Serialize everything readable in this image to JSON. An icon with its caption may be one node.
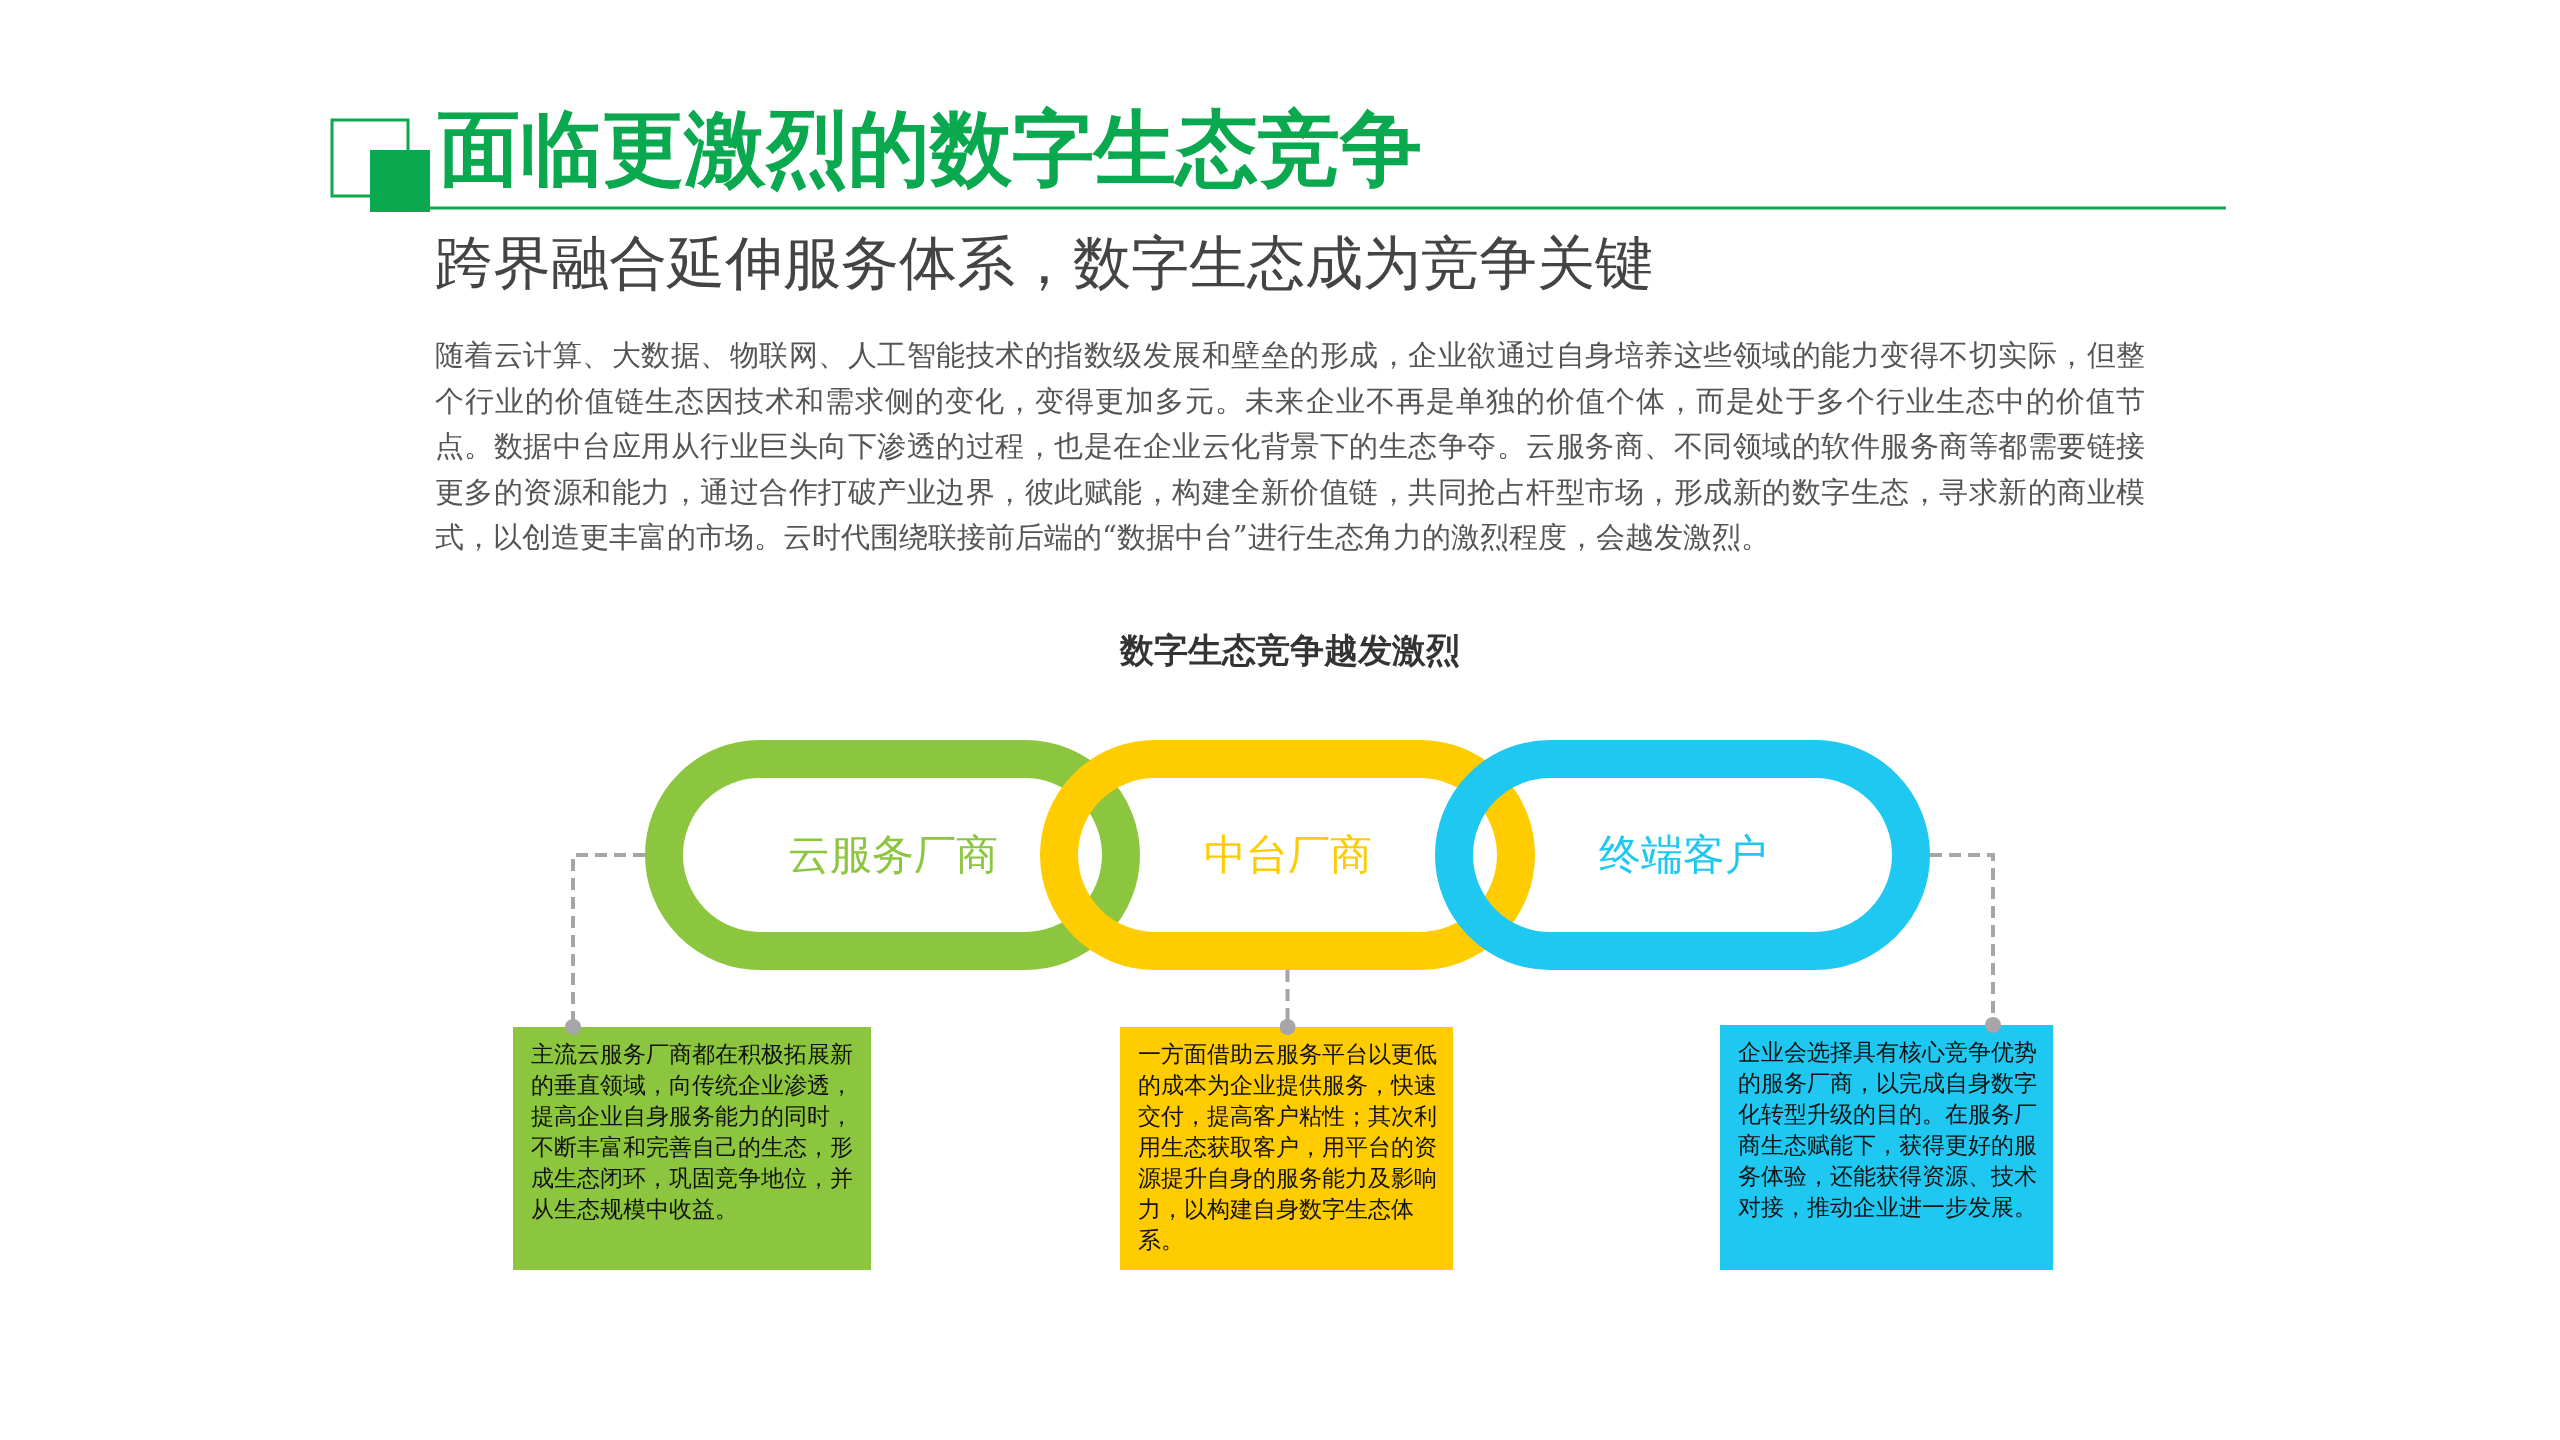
{
  "diagram": {
    "title": "面临更激烈的数字生态竞争",
    "nodes": [
      {
        "text": [
          "云服务厂商"
        ]
      },
      {
        "text": [
          "中台厂商"
        ]
      },
      {
        "text": [
          "终端客户"
        ]
      },
      {
        "text": [
          "主流云服务厂商都在积极拓展新的垂直领域，向传统企业渗透，提高企业自身服务能力的同时，不断丰富和完善自己的生态，形成生态闭环，巩固竞争地位，并从生态规模中收益。"
        ]
      },
      {
        "text": [
          "一方面借助云服务平台以更低的成本为企业提供服务，快速交付，提高客户粘性；其次利用生态获取客户，用平台的资源提升自身的服务能力及影响力，以构建自身数字生态体系。"
        ]
      },
      {
        "text": [
          "企业会选择具有核心竞争优势的服务厂商，以完成自身数字化转型升级的目的。在服务厂商生态赋能下，获得更好的服务体验，还能获得资源、技术对接，推动企业进一步发展。"
        ]
      }
    ],
    "edges": [
      {
        "from": 0,
        "to": 3,
        "arrow": "other",
        "style": "dashed"
      },
      {
        "from": 1,
        "to": 4,
        "arrow": "other",
        "style": "dashed"
      },
      {
        "from": 2,
        "to": 5,
        "arrow": "other",
        "style": "dashed"
      }
    ],
    "labels": [
      "跨界融合延伸服务体系，数字生态成为竞争关键",
      "随着云计算、大数据、物联网、人工智能技术的指数级发展和壁垒的形成，企业欲通过自身培养这些领域的能力变得不切实际，但整个行业的价值链生态因技术和需求侧的变化，变得更加多元。未来企业不再是单独的价值个体，而是处于多个行业生态中的价值节点。数据中台应用从行业巨头向下渗透的过程，也是在企业云化背景下的生态争夺。云服务商、不同领域的软件服务商等都需要链接更多的资源和能力，通过合作打破产业边界，彼此赋能，构建全新价值链，共同抢占杆型市场，形成新的数字生态，寻求新的商业模式，以创造更丰富的市场。云时代围绕联接前后端的“数据中台”进行生态角力的激烈程度，会越发激烈。",
      "数字生态竞争越发激烈"
    ]
  }
}
